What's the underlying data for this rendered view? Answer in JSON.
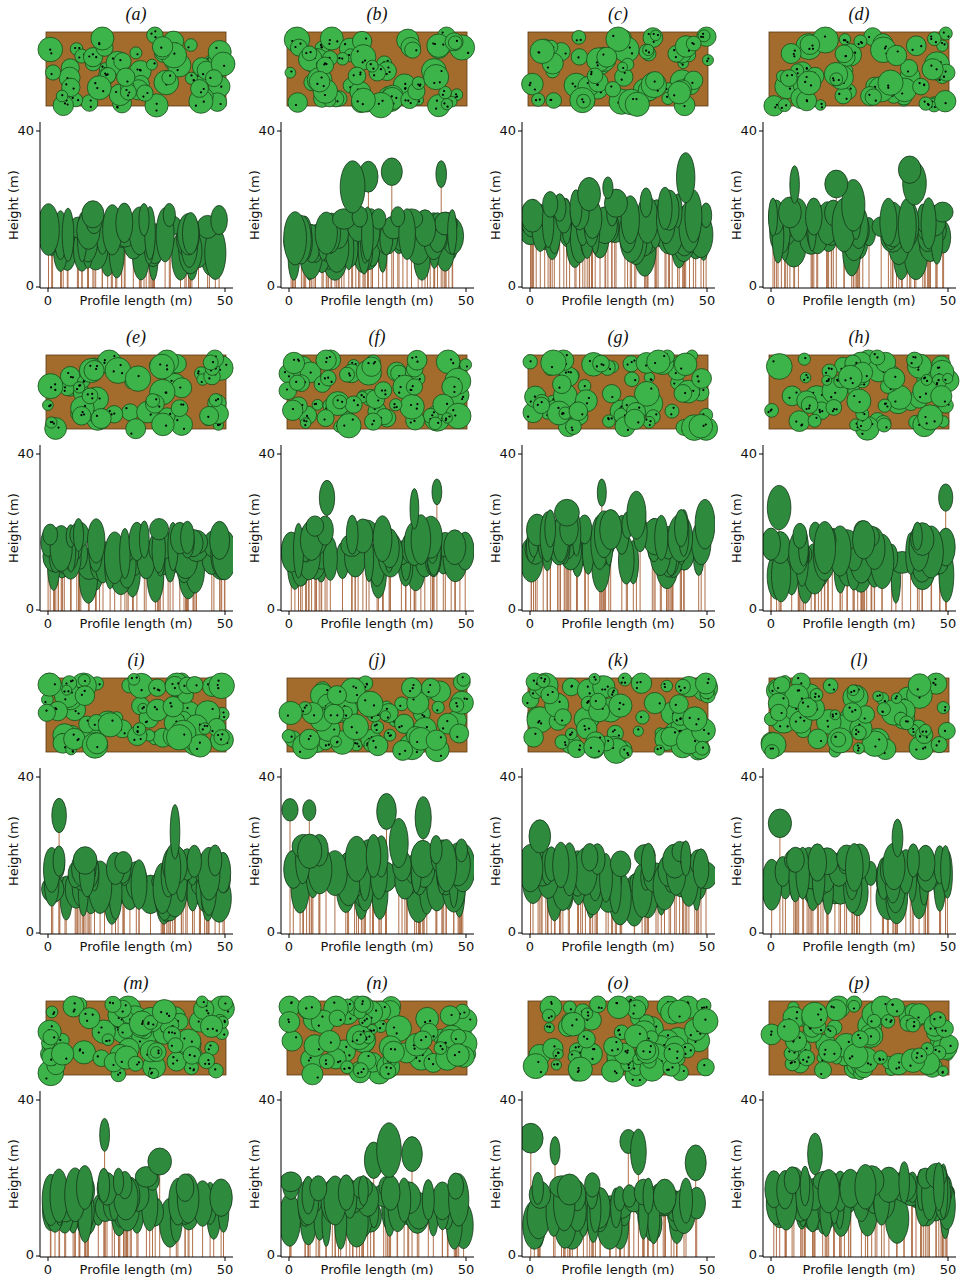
{
  "diagram": {
    "labels": [
      "(a)",
      "40",
      "Height (m)",
      "0",
      "0",
      "Profile length (m)",
      "50",
      "(b)",
      "40",
      "Height (m)",
      "0",
      "0",
      "Profile length (m)",
      "50",
      "(c)",
      "40",
      "Height (m)",
      "0",
      "0",
      "Profile length (m)",
      "50",
      "(d)",
      "40",
      "Height (m)",
      "0",
      "0",
      "Profile length (m)",
      "50",
      "(e)",
      "40",
      "Height (m)",
      "0",
      "0",
      "Profile length (m)",
      "50",
      "(f)",
      "40",
      "Height (m)",
      "0",
      "0",
      "Profile length (m)",
      "50",
      "(g)",
      "40",
      "Height (m)",
      "0",
      "0",
      "Profile length (m)",
      "50",
      "(h)",
      "40",
      "Height (m)",
      "0",
      "0",
      "Profile length (m)",
      "50",
      "(i)",
      "40",
      "Height (m)",
      "0",
      "0",
      "Profile length (m)",
      "50",
      "(j)",
      "40",
      "Height (m)",
      "0",
      "0",
      "Profile length (m)",
      "50",
      "(k)",
      "40",
      "Height (m)",
      "0",
      "0",
      "Profile length (m)",
      "50",
      "(l)",
      "40",
      "Height (m)",
      "0",
      "0",
      "Profile length (m)",
      "50",
      "(m)",
      "40",
      "Height (m)",
      "0",
      "0",
      "Profile length (m)",
      "50",
      "(n)",
      "40",
      "Height (m)",
      "0",
      "0",
      "Profile length (m)",
      "50",
      "(o)",
      "40",
      "Height (m)",
      "0",
      "0",
      "Profile length (m)",
      "50",
      "(p)",
      "40",
      "Height (m)",
      "0",
      "0",
      "Profile length (m)",
      "50"
    ]
  }
}
